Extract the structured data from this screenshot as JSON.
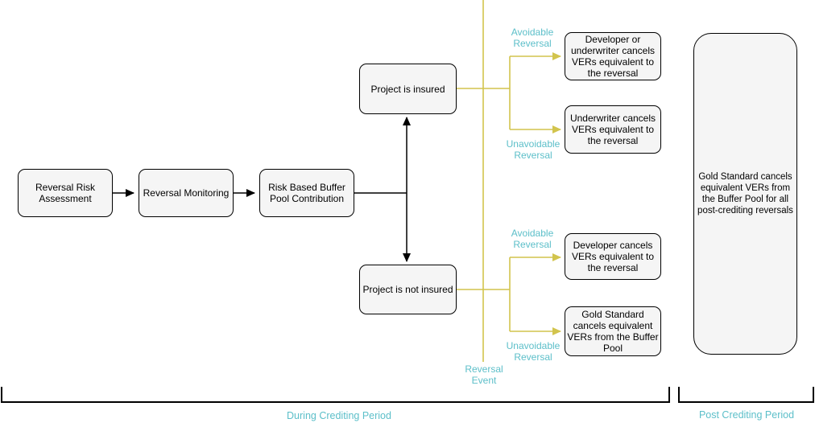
{
  "diagram": {
    "type": "flowchart",
    "colors": {
      "box_fill": "#f5f5f5",
      "box_border": "#000000",
      "connector_black": "#000000",
      "connector_yellow": "#d2c44d",
      "label_teal": "#5cbfc9"
    },
    "boxes": {
      "reversal_risk_assessment": "Reversal Risk Assessment",
      "reversal_monitoring": "Reversal Monitoring",
      "risk_based_buffer_pool": "Risk Based Buffer Pool Contribution",
      "project_insured": "Project is insured",
      "project_not_insured": "Project is not insured",
      "developer_or_underwriter_cancels": "Developer or underwriter cancels VERs equivalent to the reversal",
      "underwriter_cancels": "Underwriter cancels VERs equivalent to the reversal",
      "developer_cancels": "Developer cancels VERs equivalent to the reversal",
      "gold_standard_cancels_buffer": "Gold Standard cancels equivalent VERs from the Buffer Pool",
      "gold_standard_post_crediting": "Gold Standard cancels equivalent VERs from the Buffer Pool for all post-crediting reversals"
    },
    "labels": {
      "avoidable_reversal_top": "Avoidable Reversal",
      "unavoidable_reversal_top": "Unavoidable Reversal",
      "avoidable_reversal_bottom": "Avoidable Reversal",
      "unavoidable_reversal_bottom": "Unavoidable Reversal",
      "reversal_event": "Reversal Event",
      "during_crediting_period": "During Crediting Period",
      "post_crediting_period": "Post Crediting Period"
    }
  }
}
